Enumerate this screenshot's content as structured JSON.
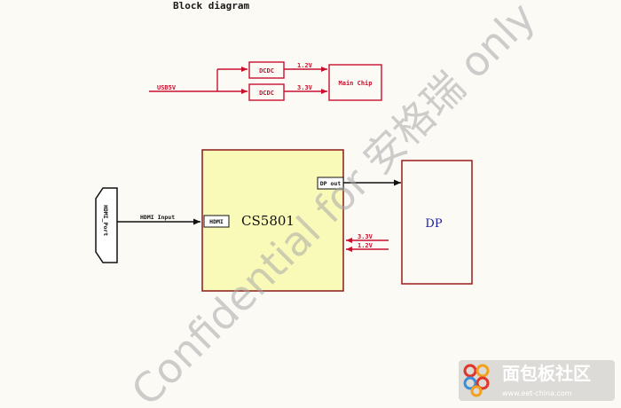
{
  "title": "Block diagram",
  "power": {
    "input": "USB5V",
    "dcdc_top": "DCDC",
    "dcdc_bottom": "DCDC",
    "rail_top": "1.2V",
    "rail_bottom": "3.3V",
    "load": "Main Chip"
  },
  "main": {
    "connector": "HDMI_Port",
    "link": "HDMI Input",
    "chip_input": "HDMI",
    "chip": "CS5801",
    "chip_output": "DP out",
    "rail_a": "3.3V",
    "rail_b": "1.2V",
    "sink": "DP"
  },
  "watermark": {
    "text": "Confidential for 安格瑞 only",
    "logo_text": "面包板社区",
    "logo_url": "www.eet-china.com"
  },
  "colors": {
    "line": "#c8102e",
    "box": "#c8102e",
    "chip_fill": "#fafab8",
    "chip_stroke": "#8b1a1a",
    "dp_stroke": "#9b1b1b"
  }
}
